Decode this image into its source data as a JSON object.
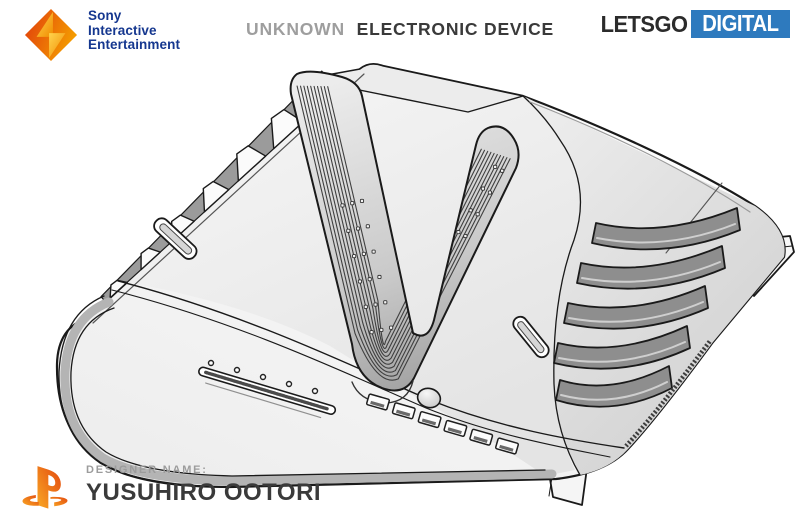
{
  "sony": {
    "lines": [
      "Sony",
      "Interactive",
      "Entertainment"
    ],
    "text_color": "#15378f",
    "diamond_colors": [
      "#e8490e",
      "#f49b00",
      "#ffd34d"
    ]
  },
  "title": {
    "muted": "UNKNOWN",
    "strong": "ELECTRONIC DEVICE",
    "muted_color": "#9e9e9e",
    "strong_color": "#3a3a3a"
  },
  "letsgo": {
    "wordmark": "LETSGO",
    "badge": "DIGITAL",
    "badge_color": "#2e7abe",
    "wordmark_color": "#2b2b2b"
  },
  "designer": {
    "label": "DESIGNER NAME:",
    "name": "YUSUHIRO OOTORI",
    "ps_logo_colors": [
      "#e3490e",
      "#f9a825"
    ]
  },
  "illustration": {
    "subject": "Patent line drawing of V-shaped game console devkit, three-quarter perspective view",
    "line_color": "#1a1a1a",
    "body_color": "#fbfbfb",
    "shading_color": "#8e8e8e"
  }
}
